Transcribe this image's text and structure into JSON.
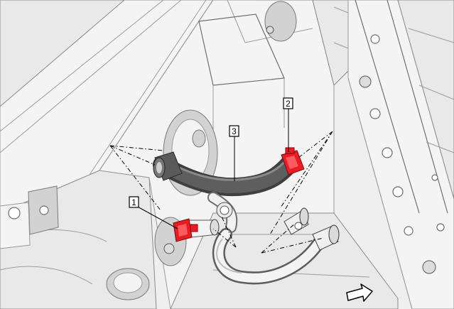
{
  "figure": {
    "callouts": [
      {
        "id": "callout-1",
        "label": "1"
      },
      {
        "id": "callout-2",
        "label": "2"
      },
      {
        "id": "callout-3",
        "label": "3"
      }
    ]
  },
  "colors": {
    "clamp": "#e81c23",
    "hose": "#4d4d4d",
    "background": "#ffffff"
  },
  "icons": {
    "arrow": "front-direction-arrow-icon"
  }
}
